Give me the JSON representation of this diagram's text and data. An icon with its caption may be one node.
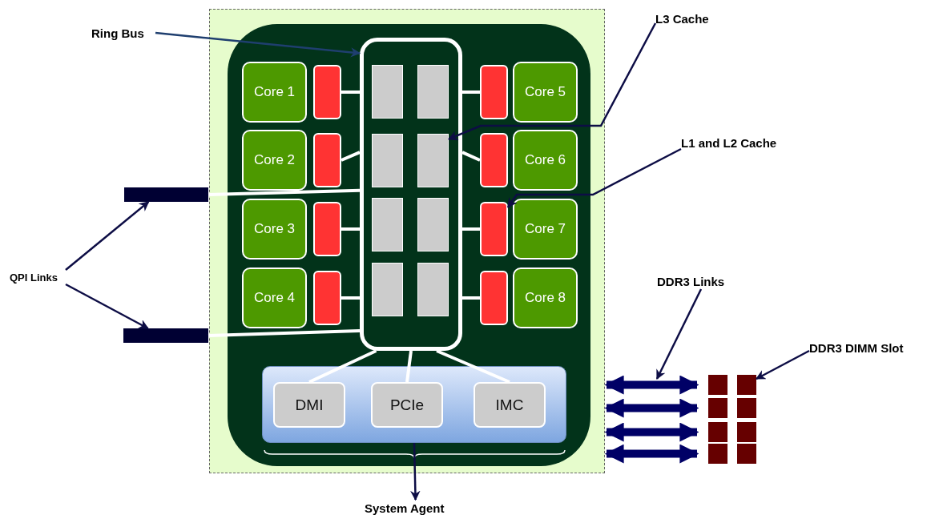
{
  "diagram": {
    "nodes": [
      {
        "text": [],
        "shape": "box"
      },
      {
        "text": [],
        "shape": "box",
        "in": 0
      },
      {
        "text": [],
        "shape": "box",
        "in": 1
      },
      {
        "text": [],
        "shape": "box",
        "in": 2
      },
      {
        "text": [],
        "shape": "box",
        "in": 2
      },
      {
        "text": [],
        "shape": "box",
        "in": 2
      },
      {
        "text": [],
        "shape": "box",
        "in": 2
      },
      {
        "text": [],
        "shape": "box",
        "in": 2
      },
      {
        "text": [],
        "shape": "box",
        "in": 2
      },
      {
        "text": [],
        "shape": "box",
        "in": 2
      },
      {
        "text": [],
        "shape": "box",
        "in": 2
      },
      {
        "text": [
          "Core 1"
        ],
        "in": 1
      },
      {
        "text": [
          "Core 2"
        ],
        "in": 1
      },
      {
        "text": [
          "Core 3"
        ],
        "in": 1
      },
      {
        "text": [
          "Core 4"
        ],
        "in": 1
      },
      {
        "text": [],
        "shape": "box",
        "in": 1
      },
      {
        "text": [],
        "shape": "box",
        "in": 1
      },
      {
        "text": [],
        "shape": "box",
        "in": 1
      },
      {
        "text": [],
        "shape": "box",
        "in": 1
      },
      {
        "text": [],
        "shape": "box",
        "in": 1
      },
      {
        "text": [],
        "shape": "box",
        "in": 1
      },
      {
        "text": [],
        "shape": "box",
        "in": 1
      },
      {
        "text": [],
        "shape": "box",
        "in": 1
      },
      {
        "text": [
          "Core 5"
        ],
        "in": 1
      },
      {
        "text": [
          "Core 6"
        ],
        "in": 1
      },
      {
        "text": [
          "Core 7"
        ],
        "in": 1
      },
      {
        "text": [
          "Core 8"
        ],
        "in": 1
      },
      {
        "text": [],
        "shape": "box",
        "in": 1
      },
      {
        "text": [
          "DMI"
        ],
        "in": 27
      },
      {
        "text": [
          "PCIe"
        ],
        "in": 27
      },
      {
        "text": [
          "IMC"
        ],
        "in": 27
      },
      {
        "text": [],
        "shape": "bar"
      },
      {
        "text": [],
        "shape": "bar"
      },
      {
        "text": [],
        "shape": "box"
      },
      {
        "text": [],
        "shape": "box"
      },
      {
        "text": [],
        "shape": "box"
      },
      {
        "text": [],
        "shape": "box"
      },
      {
        "text": [],
        "shape": "box"
      },
      {
        "text": [],
        "shape": "box"
      },
      {
        "text": [],
        "shape": "box"
      },
      {
        "text": [],
        "shape": "box"
      },
      {
        "text": [
          "Ring Bus"
        ]
      },
      {
        "text": [
          "L3 Cache"
        ]
      },
      {
        "text": [
          "L1 and L2 Cache"
        ]
      },
      {
        "text": [
          "QPI Links"
        ]
      },
      {
        "text": [
          "DDR3 Links"
        ]
      },
      {
        "text": [
          "DDR3 DIMM Slot"
        ]
      },
      {
        "text": [
          "System Agent"
        ]
      }
    ],
    "edges": [
      {
        "from": 41,
        "to": 2,
        "arrow": "to",
        "color": "#1f3f6f"
      },
      {
        "from": 42,
        "to": 6,
        "arrow": "to",
        "color": "#0d0d45"
      },
      {
        "from": 43,
        "to": 21,
        "arrow": "to",
        "color": "#0d0d45"
      },
      {
        "from": 44,
        "to": 31,
        "arrow": "to",
        "color": "#0d0d45"
      },
      {
        "from": 44,
        "to": 32,
        "arrow": "to",
        "color": "#0d0d45"
      },
      {
        "from": 45,
        "to": null,
        "arrow": "to",
        "color": "#0d0d45"
      },
      {
        "from": 46,
        "to": 34,
        "arrow": "to",
        "color": "#0d0d45"
      },
      {
        "from": 27,
        "to": 47,
        "arrow": "to",
        "color": "#0d0d45"
      },
      {
        "from": 15,
        "to": 2,
        "arrow": "none"
      },
      {
        "from": 16,
        "to": 2,
        "arrow": "none"
      },
      {
        "from": 17,
        "to": 2,
        "arrow": "none"
      },
      {
        "from": 18,
        "to": 2,
        "arrow": "none"
      },
      {
        "from": 19,
        "to": 2,
        "arrow": "none"
      },
      {
        "from": 20,
        "to": 2,
        "arrow": "none"
      },
      {
        "from": 21,
        "to": 2,
        "arrow": "none"
      },
      {
        "from": 22,
        "to": 2,
        "arrow": "none"
      },
      {
        "from": 31,
        "to": 2,
        "arrow": "none"
      },
      {
        "from": 32,
        "to": 2,
        "arrow": "none"
      },
      {
        "from": 2,
        "to": 28,
        "arrow": "none"
      },
      {
        "from": 2,
        "to": 29,
        "arrow": "none"
      },
      {
        "from": 2,
        "to": 30,
        "arrow": "none"
      },
      {
        "from": 0,
        "to": 33,
        "arrow": "both",
        "style": "thick",
        "color": "#000066"
      },
      {
        "from": 0,
        "to": 35,
        "arrow": "both",
        "style": "thick",
        "color": "#000066"
      },
      {
        "from": 0,
        "to": 37,
        "arrow": "both",
        "style": "thick",
        "color": "#000066"
      },
      {
        "from": 0,
        "to": 39,
        "arrow": "both",
        "style": "thick",
        "color": "#000066"
      }
    ]
  }
}
